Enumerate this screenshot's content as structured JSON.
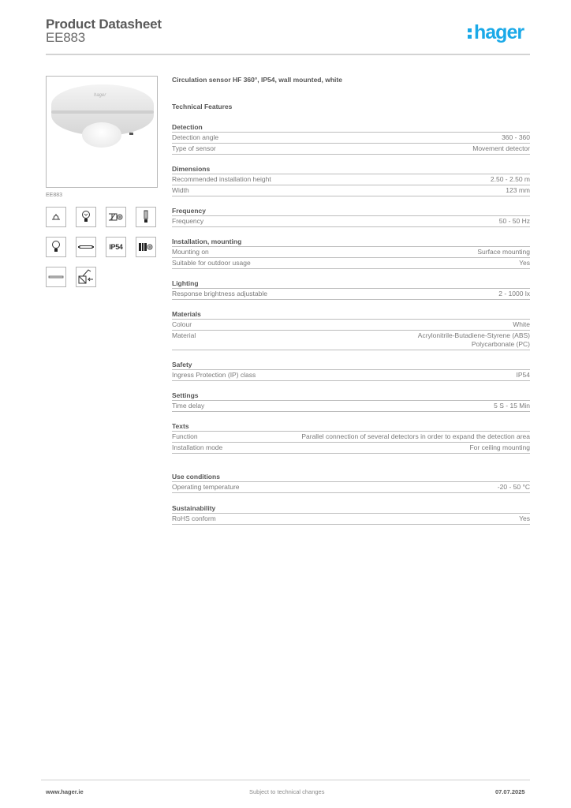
{
  "header": {
    "title": "Product Datasheet",
    "code": "EE883",
    "brand": "hager",
    "brand_color": "#1aa9e8"
  },
  "product": {
    "image_caption": "EE883",
    "image_brand_mark": "hager",
    "description": "Circulation sensor HF 360°, IP54, wall mounted, white"
  },
  "pictograms": [
    {
      "icon": "ceiling-lamp-icon"
    },
    {
      "icon": "halogen-bulb-icon"
    },
    {
      "icon": "electronic-transformer-icon"
    },
    {
      "icon": "compact-fluorescent-icon"
    },
    {
      "icon": "incandescent-bulb-icon"
    },
    {
      "icon": "fluorescent-tube-icon"
    },
    {
      "icon": "ip54-icon",
      "label": "IP54"
    },
    {
      "icon": "ferromagnetic-transformer-icon"
    },
    {
      "icon": "led-tube-icon"
    },
    {
      "icon": "switch-input-icon"
    }
  ],
  "technical_features": {
    "title": "Technical Features",
    "sections": [
      {
        "title": "Detection",
        "rows": [
          {
            "label": "Detection angle",
            "value": "360 - 360"
          },
          {
            "label": "Type of sensor",
            "value": "Movement detector"
          }
        ]
      },
      {
        "title": "Dimensions",
        "rows": [
          {
            "label": "Recommended installation height",
            "value": "2.50 - 2.50 m"
          },
          {
            "label": "Width",
            "value": "123 mm"
          }
        ]
      },
      {
        "title": "Frequency",
        "rows": [
          {
            "label": "Frequency",
            "value": "50 - 50 Hz"
          }
        ]
      },
      {
        "title": "Installation, mounting",
        "rows": [
          {
            "label": "Mounting on",
            "value": "Surface mounting"
          },
          {
            "label": "Suitable for outdoor usage",
            "value": "Yes"
          }
        ]
      },
      {
        "title": "Lighting",
        "rows": [
          {
            "label": "Response brightness adjustable",
            "value": "2 - 1000 lx"
          }
        ]
      },
      {
        "title": "Materials",
        "rows": [
          {
            "label": "Colour",
            "value": "White"
          },
          {
            "label": "Material",
            "value": "Acrylonitrile-Butadiene-Styrene (ABS)",
            "value2": "Polycarbonate (PC)"
          }
        ]
      },
      {
        "title": "Safety",
        "rows": [
          {
            "label": "Ingress Protection (IP) class",
            "value": "IP54"
          }
        ]
      },
      {
        "title": "Settings",
        "rows": [
          {
            "label": "Time delay",
            "value": "5 S - 15 Min"
          }
        ]
      },
      {
        "title": "Texts",
        "rows": [
          {
            "label": "Function",
            "value": "Parallel connection of several detectors in order to expand the detection area"
          },
          {
            "label": "Installation mode",
            "value": "For ceiling mounting"
          }
        ]
      },
      {
        "title": "Use conditions",
        "rows": [
          {
            "label": "Operating temperature",
            "value": "-20 - 50 °C"
          }
        ]
      },
      {
        "title": "Sustainability",
        "rows": [
          {
            "label": "RoHS conform",
            "value": "Yes"
          }
        ]
      }
    ]
  },
  "footer": {
    "website": "www.hager.ie",
    "notice": "Subject to technical changes",
    "date": "07.07.2025"
  }
}
